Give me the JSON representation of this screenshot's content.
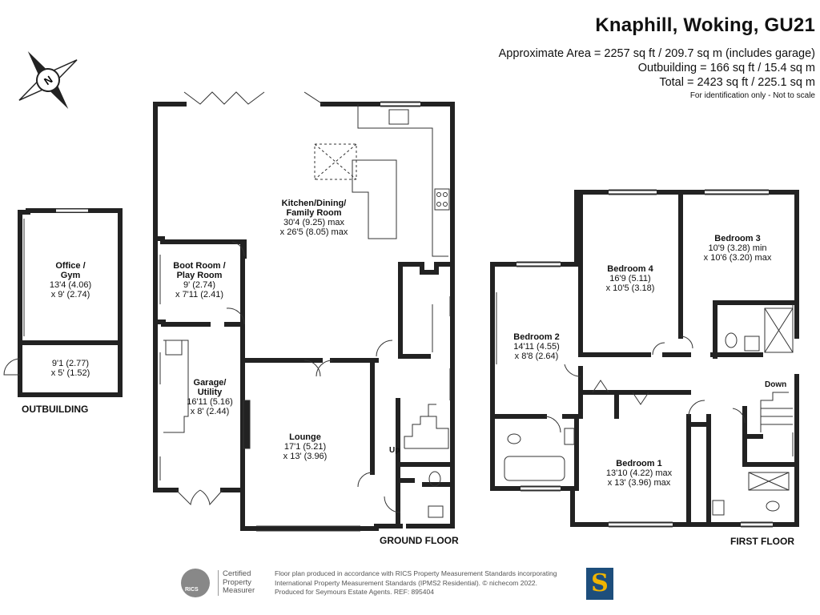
{
  "header": {
    "title": "Knaphill, Woking, GU21",
    "area_lines": [
      "Approximate Area = 2257 sq ft / 209.7 sq m (includes garage)",
      "Outbuilding = 166 sq ft / 15.4 sq m",
      "Total = 2423 sq ft / 225.1 sq m"
    ],
    "note": "For identification only - Not to scale"
  },
  "compass": {
    "label": "N"
  },
  "outbuilding": {
    "label": "OUTBUILDING",
    "rooms": [
      {
        "name": "Office /",
        "name2": "Gym",
        "dim1": "13'4 (4.06)",
        "dim2": "x 9' (2.74)"
      },
      {
        "name": "",
        "name2": "",
        "dim1": "9'1 (2.77)",
        "dim2": "x 5' (1.52)"
      }
    ]
  },
  "ground_floor": {
    "label": "GROUND FLOOR",
    "stairs_label": "Up",
    "rooms": [
      {
        "name": "Kitchen/Dining/",
        "name2": "Family Room",
        "dim1": "30'4 (9.25) max",
        "dim2": "x 26'5 (8.05) max"
      },
      {
        "name": "Boot Room /",
        "name2": "Play Room",
        "dim1": "9' (2.74)",
        "dim2": "x 7'11 (2.41)"
      },
      {
        "name": "Garage/",
        "name2": "Utility",
        "dim1": "16'11 (5.16)",
        "dim2": "x 8' (2.44)"
      },
      {
        "name": "Lounge",
        "name2": "",
        "dim1": "17'1 (5.21)",
        "dim2": "x 13' (3.96)"
      }
    ]
  },
  "first_floor": {
    "label": "FIRST FLOOR",
    "stairs_label": "Down",
    "rooms": [
      {
        "name": "Bedroom 4",
        "name2": "",
        "dim1": "16'9 (5.11)",
        "dim2": "x 10'5 (3.18)"
      },
      {
        "name": "Bedroom 3",
        "name2": "",
        "dim1": "10'9 (3.28) min",
        "dim2": "x 10'6 (3.20) max"
      },
      {
        "name": "Bedroom 2",
        "name2": "",
        "dim1": "14'11 (4.55)",
        "dim2": "x 8'8 (2.64)"
      },
      {
        "name": "Bedroom 1",
        "name2": "",
        "dim1": "13'10 (4.22) max",
        "dim2": "x 13' (3.96) max"
      }
    ]
  },
  "footer": {
    "rics_word": "RICS",
    "rics_lines": [
      "Certified",
      "Property",
      "Measurer"
    ],
    "text_lines": [
      "Floor plan produced in accordance with RICS Property Measurement Standards incorporating",
      "International Property Measurement Standards (IPMS2 Residential).  © nichecom 2022.",
      "Produced for Seymours Estate Agents.   REF:  895404"
    ],
    "logo_letter": "S"
  }
}
